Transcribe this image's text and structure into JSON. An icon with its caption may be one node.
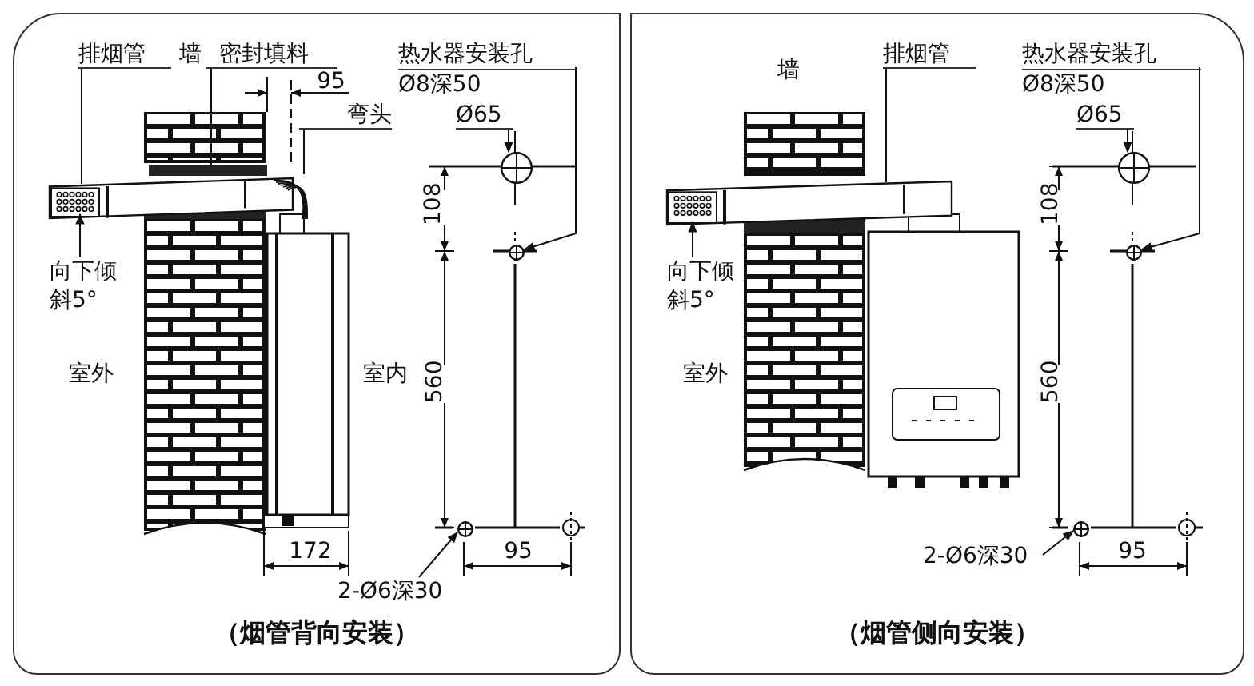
{
  "diagram": {
    "nodes": [
      {
        "text": [
          "（烟管背向安装）"
        ]
      },
      {
        "text": [
          "排烟管"
        ],
        "in": 0
      },
      {
        "text": [],
        "shape": "picture",
        "in": 0
      },
      {
        "text": [
          "密封填料"
        ],
        "in": 0
      },
      {
        "text": [],
        "shape": "bar",
        "in": 0
      },
      {
        "text": [
          "弯头"
        ],
        "in": 0
      },
      {
        "text": [],
        "shape": "picture",
        "in": 0
      },
      {
        "text": [
          "向下倾斜5°"
        ],
        "in": 0
      },
      {
        "text": [
          "热水器安装孔",
          "Ø8深50"
        ],
        "in": 0
      },
      {
        "text": [],
        "shape": "circle",
        "in": 0
      },
      {
        "text": [
          "Ø65"
        ],
        "in": 0
      },
      {
        "text": [],
        "shape": "circle",
        "in": 0
      },
      {
        "text": [
          "2-Ø6深30"
        ],
        "in": 0
      },
      {
        "text": [],
        "shape": "circle",
        "in": 0
      },
      {
        "text": [
          "（烟管侧向安装）"
        ]
      },
      {
        "text": [
          "排烟管"
        ],
        "in": 14
      },
      {
        "text": [],
        "shape": "picture",
        "in": 14
      },
      {
        "text": [
          "向下倾斜5°"
        ],
        "in": 14
      },
      {
        "text": [
          "热水器安装孔",
          "Ø8深50"
        ],
        "in": 14
      },
      {
        "text": [],
        "shape": "circle",
        "in": 14
      },
      {
        "text": [
          "Ø65"
        ],
        "in": 14
      },
      {
        "text": [],
        "shape": "circle",
        "in": 14
      },
      {
        "text": [
          "2-Ø6深30"
        ],
        "in": 14
      },
      {
        "text": [],
        "shape": "circle",
        "in": 14
      }
    ],
    "edges": [
      {
        "from": 1,
        "to": 2,
        "arrow": "none"
      },
      {
        "from": 3,
        "to": 4,
        "arrow": "none"
      },
      {
        "from": 5,
        "to": 6,
        "arrow": "none"
      },
      {
        "from": 7,
        "to": 2,
        "arrow": "to"
      },
      {
        "from": 8,
        "to": 9,
        "arrow": "to"
      },
      {
        "from": 10,
        "to": 11,
        "arrow": "to"
      },
      {
        "from": 12,
        "to": 13,
        "arrow": "to"
      },
      {
        "from": 15,
        "to": 16,
        "arrow": "none"
      },
      {
        "from": 17,
        "to": 16,
        "arrow": "to"
      },
      {
        "from": 18,
        "to": 19,
        "arrow": "to"
      },
      {
        "from": 20,
        "to": 21,
        "arrow": "to"
      },
      {
        "from": 22,
        "to": 23,
        "arrow": "to"
      }
    ],
    "labels": [
      "墙",
      "95",
      "108",
      "560",
      "室外",
      "室内",
      "172",
      "95",
      "墙",
      "108",
      "560",
      "室外",
      "95"
    ]
  }
}
